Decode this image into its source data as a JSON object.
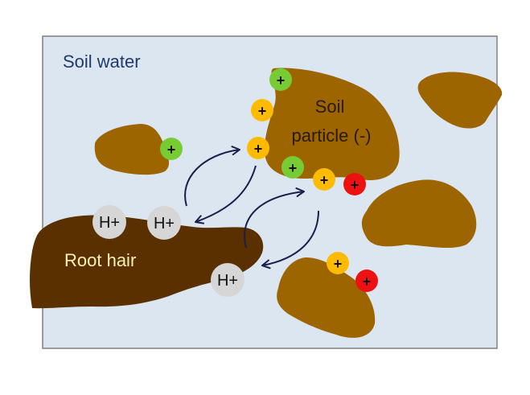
{
  "labels": {
    "soil_water": "Soil water",
    "soil_particle_line1": "Soil",
    "soil_particle_line2": "particle (-)",
    "root_hair": "Root hair"
  },
  "ion_labels": {
    "cation": "+",
    "proton": "H+"
  },
  "colors": {
    "background": "#ffffff",
    "water": "#dce6f0",
    "water_border": "#7f7f7f",
    "soil_particle": "#9c6500",
    "root_hair": "#5a3000",
    "cation_green": "#77cc33",
    "cation_yellow": "#ffbb00",
    "cation_red": "#ee1111",
    "proton_grey": "#d6d6d6",
    "arrow": "#1a1f4a",
    "soil_water_text": "#203a6b",
    "root_hair_text": "#fff2b3",
    "particle_text": "#2a1a00"
  }
}
